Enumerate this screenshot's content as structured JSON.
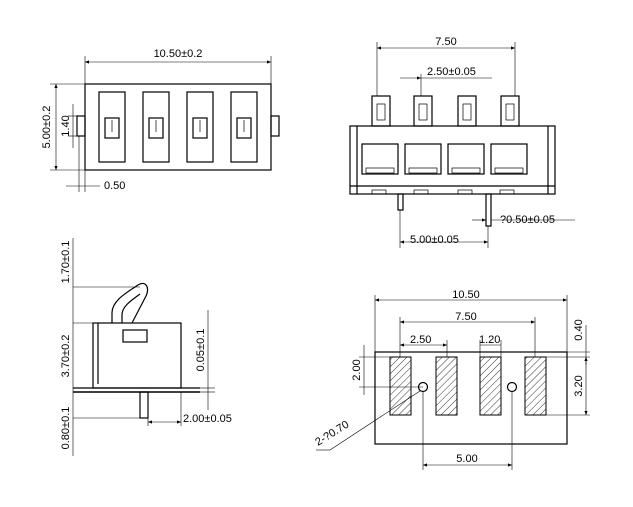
{
  "top_view": {
    "width_dim": "10.50±0.2",
    "height_dim": "5.00±0.2",
    "slot_dim": "1.40",
    "gap_dim": "0.50"
  },
  "front_view": {
    "pin_span_dim": "7.50",
    "pin_pitch_dim": "2.50±0.05",
    "pin_width_dim": "?0.50±0.05",
    "leg_span_dim": "5.00±0.05"
  },
  "side_view": {
    "contact_height_dim": "1.70±0.1",
    "body_height_dim": "3.70±0.2",
    "base_thickness_dim": "0.05±0.1",
    "bottom_dim": "0.80±0.1",
    "leg_offset_dim": "2.00±0.05"
  },
  "footprint": {
    "overall_width_dim": "10.50",
    "pad_span_dim": "7.50",
    "pad_pitch_dim": "2.50",
    "pad_width_dim": "1.20",
    "top_margin_dim": "0.40",
    "pad_height_dim": "2.00",
    "pad_length_dim": "3.20",
    "hole_dim": "2-?0.70",
    "hole_span_dim": "5.00"
  }
}
